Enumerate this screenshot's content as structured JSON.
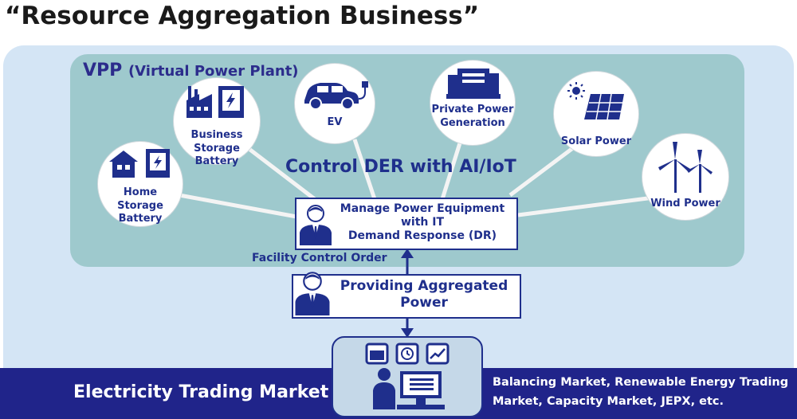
{
  "title": "“Resource Aggregation Business”",
  "vpp": {
    "title": "VPP",
    "subtitle": "(Virtual Power Plant)",
    "center_label": "Control DER with AI/IoT"
  },
  "resources": [
    {
      "line1": "Home",
      "line2": "Storage Battery",
      "icon": "home-battery-icon"
    },
    {
      "line1": "Business",
      "line2": "Storage Battery",
      "icon": "factory-battery-icon"
    },
    {
      "line1": "EV",
      "line2": "",
      "icon": "ev-car-icon"
    },
    {
      "line1": "Private Power",
      "line2": "Generation",
      "icon": "generator-icon"
    },
    {
      "line1": "Solar Power",
      "line2": "",
      "icon": "solar-panel-icon"
    },
    {
      "line1": "Wind Power",
      "line2": "",
      "icon": "wind-turbine-icon"
    }
  ],
  "manager": {
    "line1": "Manage Power Equipment",
    "line2": "with IT",
    "line3": "Demand Response (DR)"
  },
  "facility_control_order": "Facility Control Order",
  "aggregator": {
    "line1": "Providing Aggregated",
    "line2": "Power"
  },
  "market": {
    "title": "Electricity Trading Market",
    "line1": "Balancing Market, Renewable Energy Trading",
    "line2": "Market, Capacity Market, JEPX, etc."
  },
  "colors": {
    "navy": "#1f2f8c",
    "band": "#20248a",
    "outer_bg": "#d4e5f5",
    "vpp_bg": "#9ec9cd"
  }
}
